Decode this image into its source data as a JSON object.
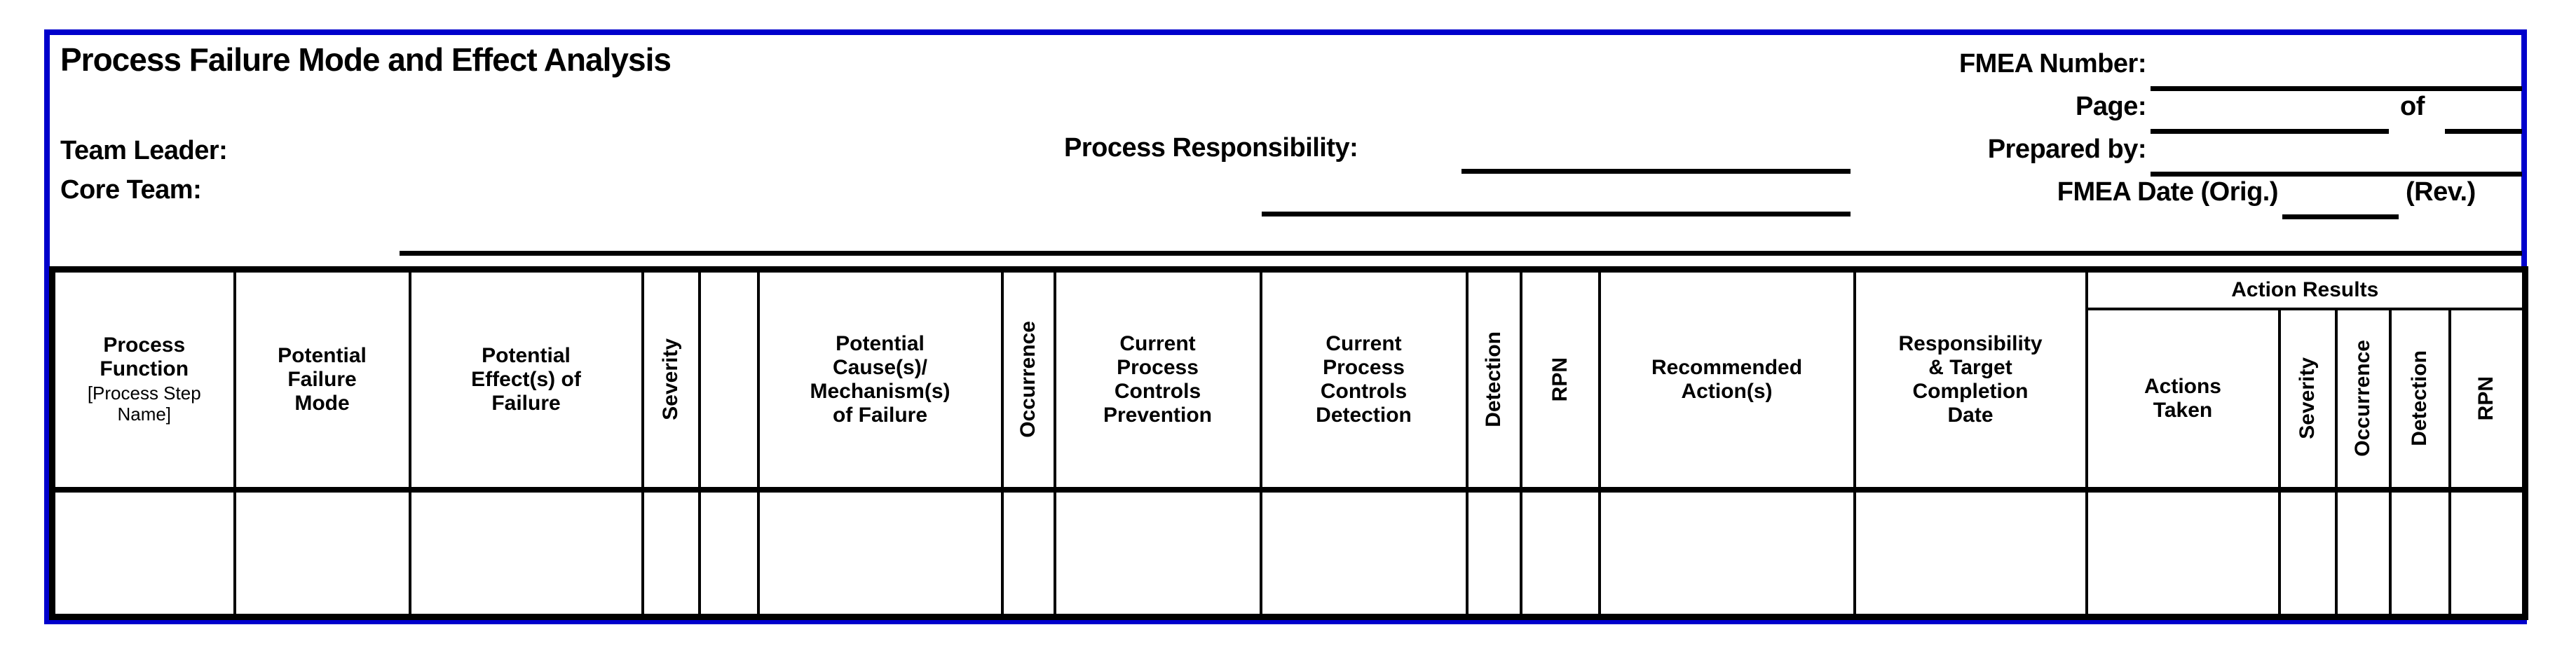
{
  "form": {
    "title": "Process Failure Mode and Effect Analysis",
    "team_leader_label": "Team Leader:",
    "core_team_label": "Core Team:",
    "process_responsibility_label": "Process Responsibility:",
    "fmea_number_label": "FMEA Number:",
    "page_label": "Page:",
    "of_label": "of",
    "prepared_by_label": "Prepared by:",
    "fmea_date_orig_label": "FMEA Date (Orig.)",
    "rev_label": "(Rev.)"
  },
  "table": {
    "action_results_label": "Action Results",
    "columns": {
      "process_function": {
        "label": "Process Function",
        "sublabel": "[Process Step Name]"
      },
      "potential_failure_mode": {
        "label": "Potential Failure Mode"
      },
      "potential_effects": {
        "label": "Potential Effect(s) of Failure"
      },
      "severity": {
        "label": "Severity"
      },
      "classification": {
        "label": ""
      },
      "potential_causes": {
        "label": "Potential Cause(s)/ Mechanism(s) of Failure"
      },
      "occurrence": {
        "label": "Occurrence"
      },
      "controls_prevention": {
        "label": "Current Process Controls Prevention"
      },
      "controls_detection": {
        "label": "Current Process Controls Detection"
      },
      "detection": {
        "label": "Detection"
      },
      "rpn": {
        "label": "RPN"
      },
      "recommended_actions": {
        "label": "Recommended Action(s)"
      },
      "responsibility": {
        "label": "Responsibility & Target Completion Date"
      },
      "actions_taken": {
        "label": "Actions Taken"
      },
      "severity_after": {
        "label": "Severity"
      },
      "occurrence_after": {
        "label": "Occurrence"
      },
      "detection_after": {
        "label": "Detection"
      },
      "rpn_after": {
        "label": "RPN"
      }
    },
    "data_rows": [
      [
        "",
        "",
        "",
        "",
        "",
        "",
        "",
        "",
        "",
        "",
        "",
        "",
        "",
        "",
        "",
        "",
        "",
        ""
      ]
    ]
  },
  "colors": {
    "frame_blue": "#0000cc",
    "line_black": "#000000",
    "background": "#ffffff"
  }
}
